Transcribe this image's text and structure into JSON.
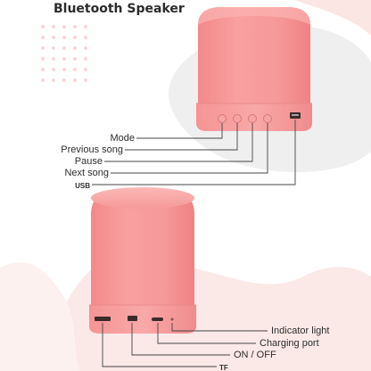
{
  "title": "Bluetooth Speaker",
  "top_callouts": [
    {
      "label": "Mode"
    },
    {
      "label": "Previous song"
    },
    {
      "label": "Pause"
    },
    {
      "label": "Next song"
    },
    {
      "label": "USB"
    }
  ],
  "bottom_callouts": [
    {
      "label": "Indicator light"
    },
    {
      "label": "Charging port"
    },
    {
      "label": "ON / OFF"
    },
    {
      "label": "TF"
    }
  ],
  "colors": {
    "speaker_pink": "#f79696",
    "speaker_pink_dark": "#e77f7f",
    "blob_grey": "#eeeeee",
    "blob_pink": "#fbe9e7",
    "dots": "#f9d8d8",
    "line": "#444444"
  }
}
